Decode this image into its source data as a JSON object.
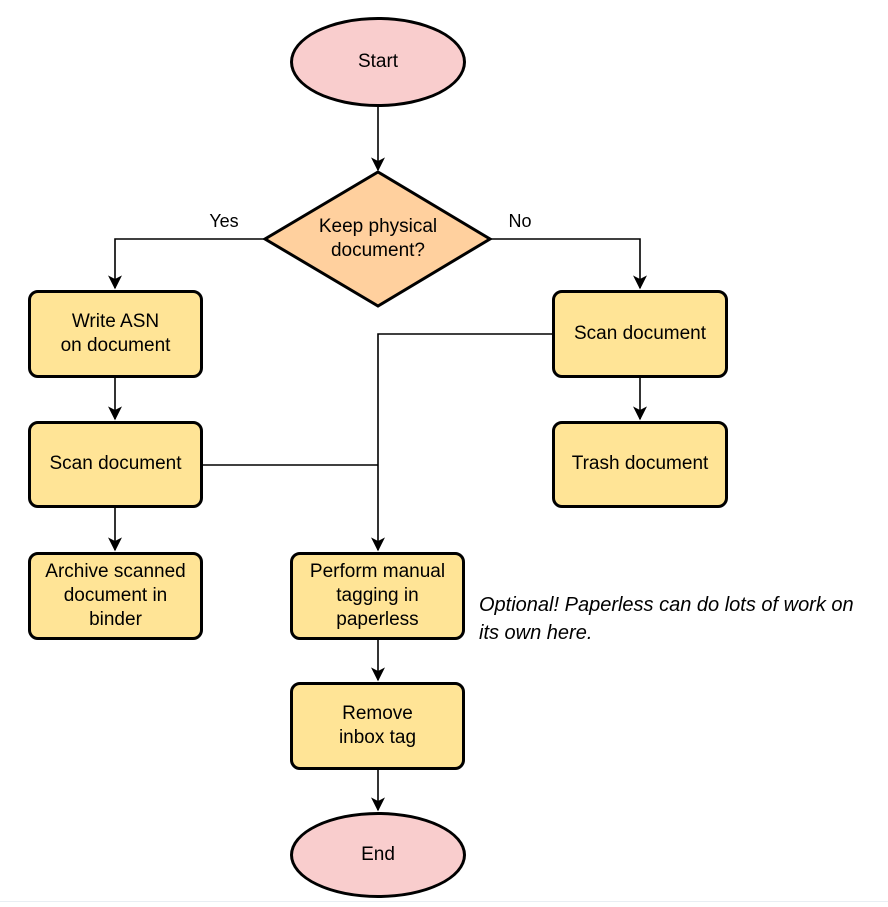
{
  "flowchart": {
    "nodes": {
      "start": {
        "label": "Start",
        "type": "terminator"
      },
      "decision": {
        "label": "Keep physical\ndocument?",
        "type": "decision"
      },
      "write_asn": {
        "label": "Write ASN\non document",
        "type": "process"
      },
      "scan_left": {
        "label": "Scan document",
        "type": "process"
      },
      "archive": {
        "label": "Archive scanned\ndocument in\nbinder",
        "type": "process"
      },
      "scan_right": {
        "label": "Scan document",
        "type": "process"
      },
      "trash": {
        "label": "Trash document",
        "type": "process"
      },
      "tagging": {
        "label": "Perform manual\ntagging in\npaperless",
        "type": "process"
      },
      "remove_inbox": {
        "label": "Remove\ninbox tag",
        "type": "process"
      },
      "end": {
        "label": "End",
        "type": "terminator"
      }
    },
    "edge_labels": {
      "yes": "Yes",
      "no": "No"
    },
    "annotation": "Optional! Paperless can do lots of work on\nits own here.",
    "colors": {
      "terminator_fill": "#f9cdcd",
      "decision_fill": "#ffd09e",
      "process_fill": "#ffe496",
      "stroke": "#000000",
      "connector": "#000000"
    }
  }
}
